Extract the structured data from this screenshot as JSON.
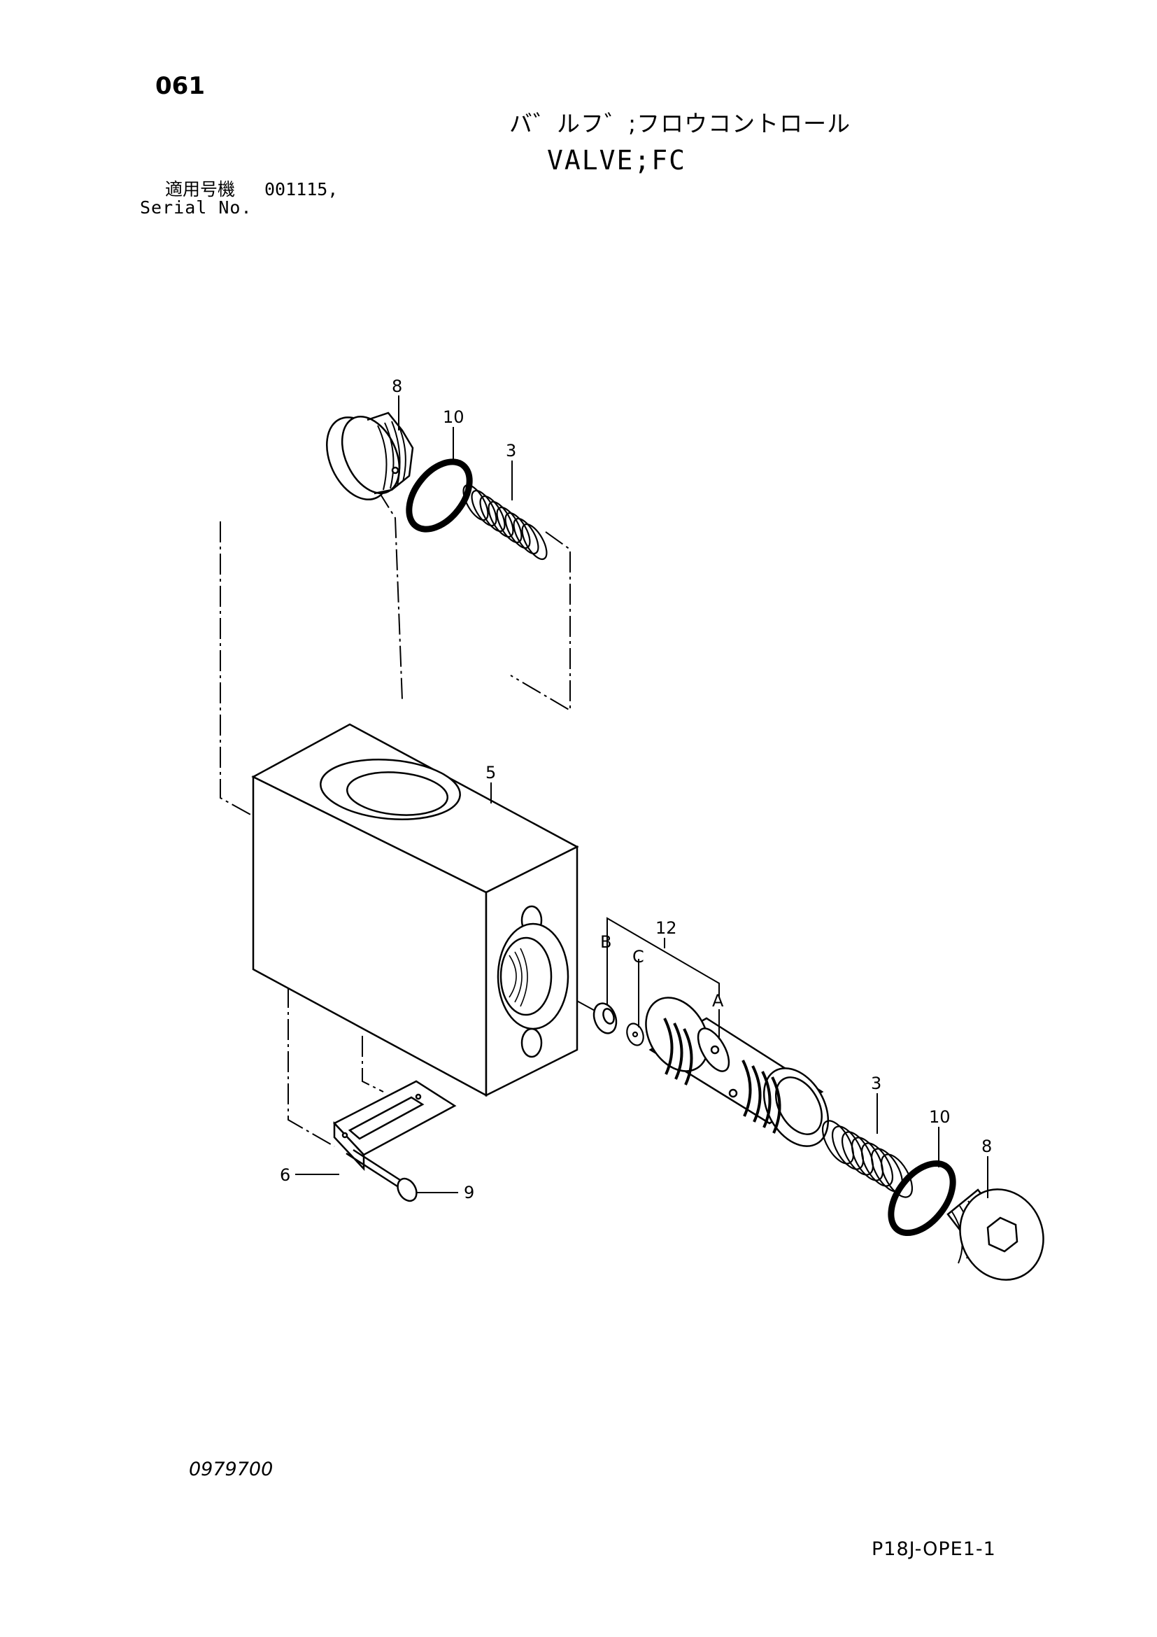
{
  "header": {
    "page_number": "061",
    "title_ja": "バ゛ルフ゛;フロウコントロール",
    "title_en": "VALVE;FC"
  },
  "serial": {
    "label_ja": "適用号機",
    "value": "001115,",
    "label_en": "Serial No."
  },
  "diagram": {
    "callouts": {
      "plug_top": "8",
      "oring_top": "10",
      "spring_top": "3",
      "body": "5",
      "spool_assy": "12",
      "sub_a": "A",
      "sub_b": "B",
      "sub_c": "C",
      "spring_bottom": "3",
      "oring_bottom": "10",
      "plug_bottom": "8",
      "plate": "6",
      "screw": "9"
    }
  },
  "footer": {
    "drawing_number": "0979700",
    "sheet_code": "P18J-OPE1-1"
  }
}
